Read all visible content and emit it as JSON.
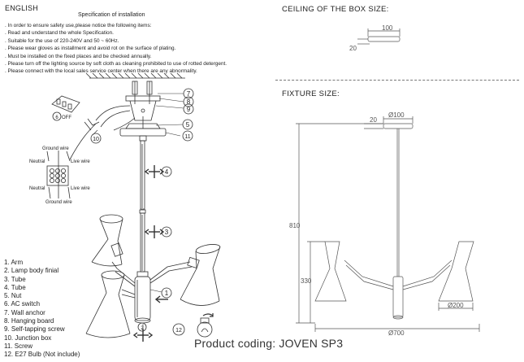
{
  "header": {
    "language": "ENGLISH",
    "spec_title": "Specification of installation"
  },
  "notes": [
    ". In order to ensure safety use,please notice the following items:",
    ". Read and understand the whole Specification.",
    ". Suitable for the use of 220-240V and 50 ~ 60Hz.",
    ". Please wear gloves as installment and avoid rot on the surface of plating.",
    ". Must be installed on the fixed places and be checked annually.",
    ". Please turn off the lighting source by soft cloth as cleaning prohibited to use of rotted detergent.",
    ". Please connect with the local sales service center when there are any abnormality."
  ],
  "parts": [
    "1. Arm",
    "2. Lamp body finial",
    "3. Tube",
    "4. Tube",
    "5. Nut",
    "6. AC switch",
    "7. Wall anchor",
    "8. Hanging board",
    "9. Self-tapping screw",
    "10. Junction box",
    "11. Screw",
    "12. E27 Bulb  (Not include)"
  ],
  "wiring": {
    "ground_top": "Ground wire",
    "neutral_top": "Neutral",
    "live_top": "Live wire",
    "neutral_bottom": "Neutral",
    "live_bottom": "Live wire",
    "ground_bottom": "Ground wire",
    "switch_label": "OFF"
  },
  "callouts": {
    "c1": "1",
    "c2": "2",
    "c3": "3",
    "c4": "4",
    "c5": "5",
    "c6": "6",
    "c7": "7",
    "c8": "8",
    "c9": "9",
    "c10": "10",
    "c11": "11",
    "c12": "12"
  },
  "ceiling_box": {
    "title": "CEILING OF THE BOX SIZE:",
    "width_label": "100",
    "height_label": "20"
  },
  "fixture": {
    "title": "FIXTURE SIZE:",
    "canopy_height": "20",
    "canopy_width": "Ø100",
    "total_height": "810",
    "body_height": "330",
    "shade_width": "Ø200",
    "total_width": "Ø700"
  },
  "product_coding": "Product coding: JOVEN SP3"
}
